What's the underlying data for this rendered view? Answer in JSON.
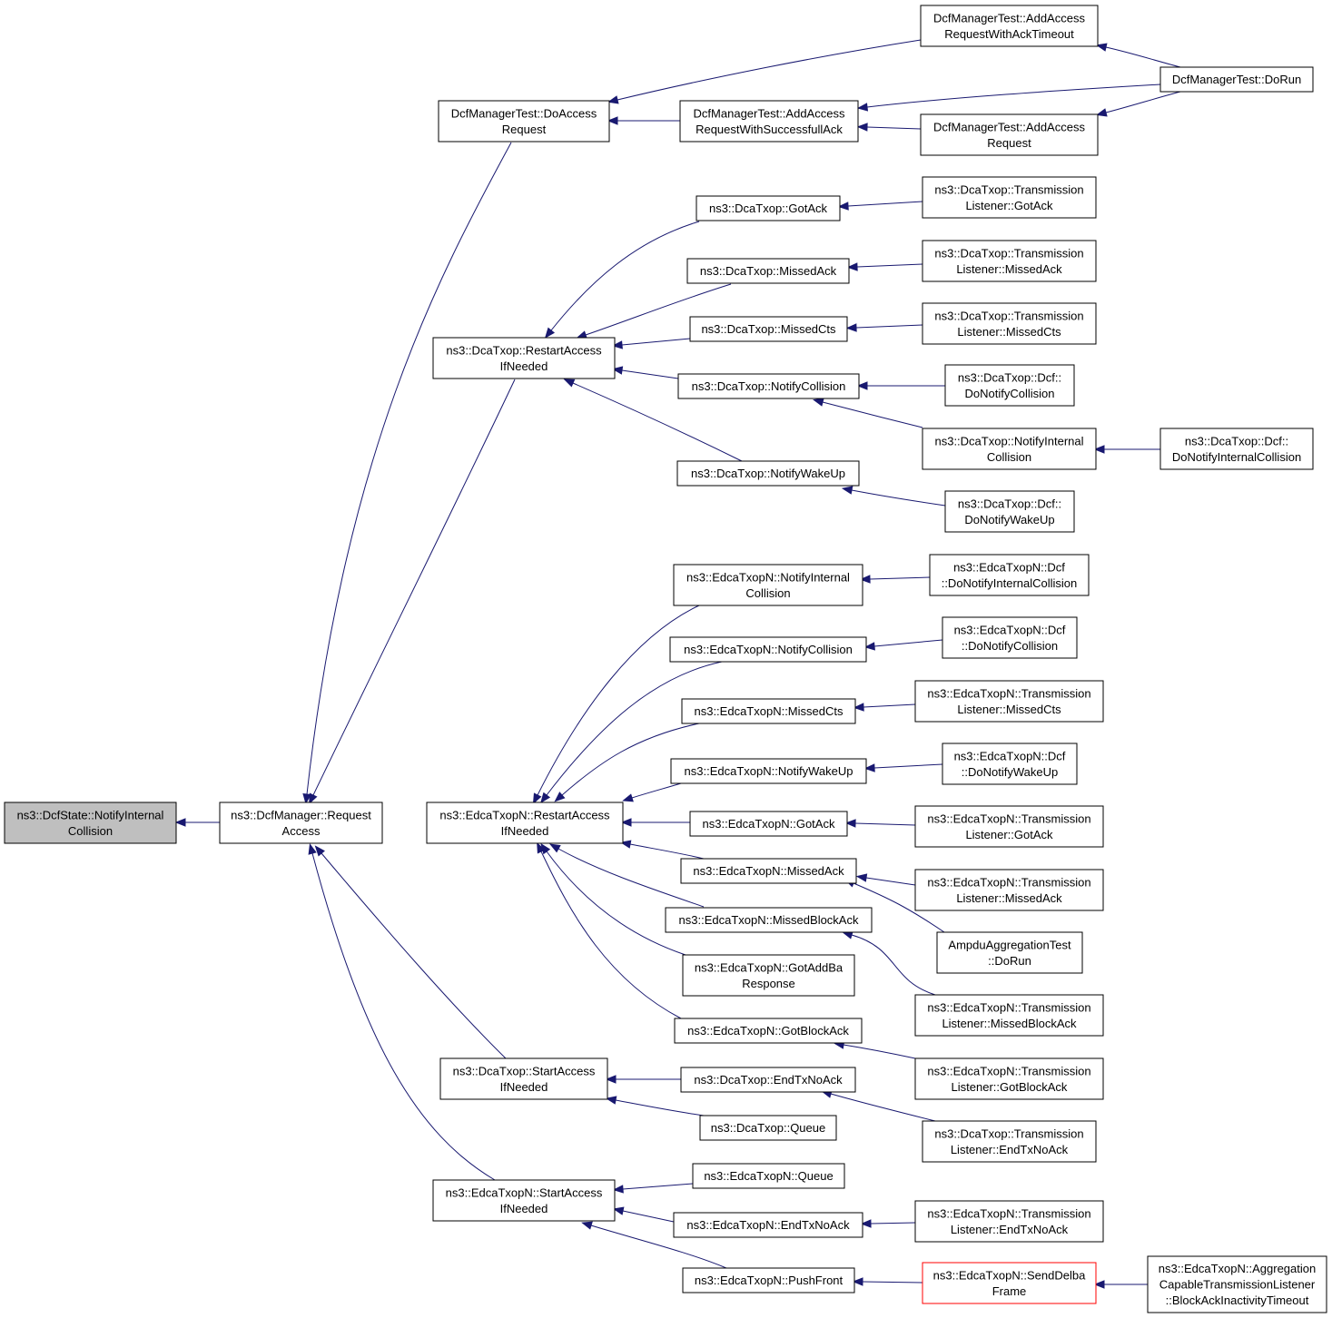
{
  "nodes": [
    {
      "id": "n0",
      "lines": [
        "ns3::DcfState::NotifyInternal",
        "Collision"
      ],
      "style": "root"
    },
    {
      "id": "n1",
      "lines": [
        "ns3::DcfManager::Request",
        "Access"
      ]
    },
    {
      "id": "n2",
      "lines": [
        "DcfManagerTest::DoAccess",
        "Request"
      ]
    },
    {
      "id": "n3",
      "lines": [
        "DcfManagerTest::AddAccess",
        "RequestWithAckTimeout"
      ]
    },
    {
      "id": "n4",
      "lines": [
        "DcfManagerTest::DoRun"
      ]
    },
    {
      "id": "n5",
      "lines": [
        "DcfManagerTest::AddAccess",
        "RequestWithSuccessfullAck"
      ]
    },
    {
      "id": "n6",
      "lines": [
        "DcfManagerTest::AddAccess",
        "Request"
      ]
    },
    {
      "id": "n7",
      "lines": [
        "ns3::DcaTxop::RestartAccess",
        "IfNeeded"
      ]
    },
    {
      "id": "n8",
      "lines": [
        "ns3::DcaTxop::GotAck"
      ]
    },
    {
      "id": "n9",
      "lines": [
        "ns3::DcaTxop::Transmission",
        "Listener::GotAck"
      ]
    },
    {
      "id": "n10",
      "lines": [
        "ns3::DcaTxop::MissedAck"
      ]
    },
    {
      "id": "n11",
      "lines": [
        "ns3::DcaTxop::Transmission",
        "Listener::MissedAck"
      ]
    },
    {
      "id": "n12",
      "lines": [
        "ns3::DcaTxop::MissedCts"
      ]
    },
    {
      "id": "n13",
      "lines": [
        "ns3::DcaTxop::Transmission",
        "Listener::MissedCts"
      ]
    },
    {
      "id": "n14",
      "lines": [
        "ns3::DcaTxop::NotifyCollision"
      ]
    },
    {
      "id": "n15",
      "lines": [
        "ns3::DcaTxop::Dcf::",
        "DoNotifyCollision"
      ]
    },
    {
      "id": "n16",
      "lines": [
        "ns3::DcaTxop::NotifyInternal",
        "Collision"
      ]
    },
    {
      "id": "n17",
      "lines": [
        "ns3::DcaTxop::Dcf::",
        "DoNotifyInternalCollision"
      ]
    },
    {
      "id": "n18",
      "lines": [
        "ns3::DcaTxop::NotifyWakeUp"
      ]
    },
    {
      "id": "n19",
      "lines": [
        "ns3::DcaTxop::Dcf::",
        "DoNotifyWakeUp"
      ]
    },
    {
      "id": "n20",
      "lines": [
        "ns3::EdcaTxopN::RestartAccess",
        "IfNeeded"
      ]
    },
    {
      "id": "n21",
      "lines": [
        "ns3::EdcaTxopN::NotifyInternal",
        "Collision"
      ]
    },
    {
      "id": "n22",
      "lines": [
        "ns3::EdcaTxopN::Dcf",
        "::DoNotifyInternalCollision"
      ]
    },
    {
      "id": "n23",
      "lines": [
        "ns3::EdcaTxopN::NotifyCollision"
      ]
    },
    {
      "id": "n24",
      "lines": [
        "ns3::EdcaTxopN::Dcf",
        "::DoNotifyCollision"
      ]
    },
    {
      "id": "n25",
      "lines": [
        "ns3::EdcaTxopN::MissedCts"
      ]
    },
    {
      "id": "n26",
      "lines": [
        "ns3::EdcaTxopN::Transmission",
        "Listener::MissedCts"
      ]
    },
    {
      "id": "n27",
      "lines": [
        "ns3::EdcaTxopN::NotifyWakeUp"
      ]
    },
    {
      "id": "n28",
      "lines": [
        "ns3::EdcaTxopN::Dcf",
        "::DoNotifyWakeUp"
      ]
    },
    {
      "id": "n29",
      "lines": [
        "ns3::EdcaTxopN::GotAck"
      ]
    },
    {
      "id": "n30",
      "lines": [
        "ns3::EdcaTxopN::Transmission",
        "Listener::GotAck"
      ]
    },
    {
      "id": "n31",
      "lines": [
        "ns3::EdcaTxopN::MissedAck"
      ]
    },
    {
      "id": "n32",
      "lines": [
        "ns3::EdcaTxopN::Transmission",
        "Listener::MissedAck"
      ]
    },
    {
      "id": "n33",
      "lines": [
        "AmpduAggregationTest",
        "::DoRun"
      ]
    },
    {
      "id": "n34",
      "lines": [
        "ns3::EdcaTxopN::MissedBlockAck"
      ]
    },
    {
      "id": "n35",
      "lines": [
        "ns3::EdcaTxopN::Transmission",
        "Listener::MissedBlockAck"
      ]
    },
    {
      "id": "n36",
      "lines": [
        "ns3::EdcaTxopN::GotAddBa",
        "Response"
      ]
    },
    {
      "id": "n37",
      "lines": [
        "ns3::EdcaTxopN::GotBlockAck"
      ]
    },
    {
      "id": "n38",
      "lines": [
        "ns3::EdcaTxopN::Transmission",
        "Listener::GotBlockAck"
      ]
    },
    {
      "id": "n39",
      "lines": [
        "ns3::DcaTxop::StartAccess",
        "IfNeeded"
      ]
    },
    {
      "id": "n40",
      "lines": [
        "ns3::DcaTxop::EndTxNoAck"
      ]
    },
    {
      "id": "n41",
      "lines": [
        "ns3::DcaTxop::Transmission",
        "Listener::EndTxNoAck"
      ]
    },
    {
      "id": "n42",
      "lines": [
        "ns3::DcaTxop::Queue"
      ]
    },
    {
      "id": "n43",
      "lines": [
        "ns3::EdcaTxopN::StartAccess",
        "IfNeeded"
      ]
    },
    {
      "id": "n44",
      "lines": [
        "ns3::EdcaTxopN::Queue"
      ]
    },
    {
      "id": "n45",
      "lines": [
        "ns3::EdcaTxopN::EndTxNoAck"
      ]
    },
    {
      "id": "n46",
      "lines": [
        "ns3::EdcaTxopN::Transmission",
        "Listener::EndTxNoAck"
      ]
    },
    {
      "id": "n47",
      "lines": [
        "ns3::EdcaTxopN::PushFront"
      ]
    },
    {
      "id": "n48",
      "lines": [
        "ns3::EdcaTxopN::SendDelba",
        "Frame"
      ],
      "style": "red"
    },
    {
      "id": "n49",
      "lines": [
        "ns3::EdcaTxopN::Aggregation",
        "CapableTransmissionListener",
        "::BlockAckInactivityTimeout"
      ]
    }
  ],
  "edges": [
    [
      "n1",
      "n0"
    ],
    [
      "n2",
      "n1"
    ],
    [
      "n3",
      "n2"
    ],
    [
      "n4",
      "n3"
    ],
    [
      "n5",
      "n2"
    ],
    [
      "n4",
      "n5"
    ],
    [
      "n6",
      "n5"
    ],
    [
      "n4",
      "n6"
    ],
    [
      "n7",
      "n1"
    ],
    [
      "n8",
      "n7"
    ],
    [
      "n9",
      "n8"
    ],
    [
      "n10",
      "n7"
    ],
    [
      "n11",
      "n10"
    ],
    [
      "n12",
      "n7"
    ],
    [
      "n13",
      "n12"
    ],
    [
      "n14",
      "n7"
    ],
    [
      "n15",
      "n14"
    ],
    [
      "n16",
      "n14"
    ],
    [
      "n17",
      "n16"
    ],
    [
      "n18",
      "n7"
    ],
    [
      "n19",
      "n18"
    ],
    [
      "n20",
      "n1"
    ],
    [
      "n21",
      "n20"
    ],
    [
      "n22",
      "n21"
    ],
    [
      "n23",
      "n20"
    ],
    [
      "n24",
      "n23"
    ],
    [
      "n25",
      "n20"
    ],
    [
      "n26",
      "n25"
    ],
    [
      "n27",
      "n20"
    ],
    [
      "n28",
      "n27"
    ],
    [
      "n29",
      "n20"
    ],
    [
      "n30",
      "n29"
    ],
    [
      "n31",
      "n20"
    ],
    [
      "n32",
      "n31"
    ],
    [
      "n33",
      "n31"
    ],
    [
      "n34",
      "n20"
    ],
    [
      "n35",
      "n34"
    ],
    [
      "n36",
      "n20"
    ],
    [
      "n37",
      "n20"
    ],
    [
      "n38",
      "n37"
    ],
    [
      "n39",
      "n1"
    ],
    [
      "n40",
      "n39"
    ],
    [
      "n41",
      "n40"
    ],
    [
      "n42",
      "n39"
    ],
    [
      "n43",
      "n1"
    ],
    [
      "n44",
      "n43"
    ],
    [
      "n45",
      "n43"
    ],
    [
      "n46",
      "n45"
    ],
    [
      "n47",
      "n43"
    ],
    [
      "n48",
      "n47"
    ],
    [
      "n49",
      "n48"
    ]
  ]
}
